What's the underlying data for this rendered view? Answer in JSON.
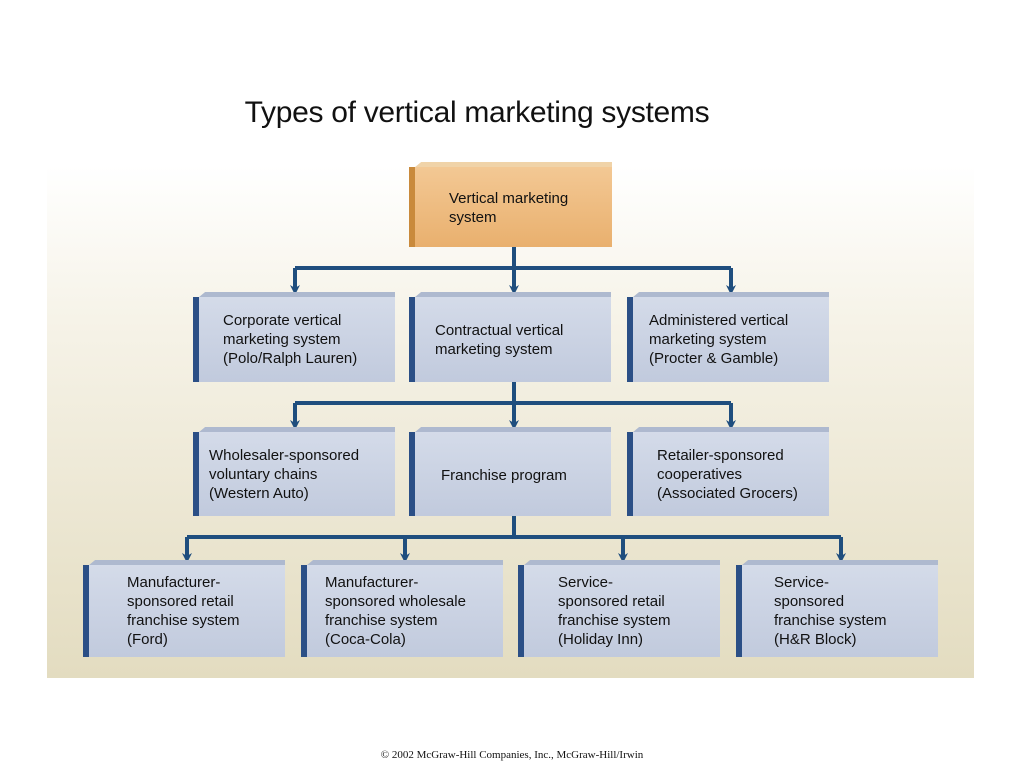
{
  "title": "Types of vertical marketing systems",
  "root": {
    "label": "Vertical marketing\nsystem"
  },
  "level1": [
    {
      "label": "Corporate vertical\nmarketing system\n(Polo/Ralph Lauren)"
    },
    {
      "label": "Contractual vertical\nmarketing system"
    },
    {
      "label": "Administered vertical\nmarketing system\n(Procter & Gamble)"
    }
  ],
  "level2": [
    {
      "label": "Wholesaler-sponsored\nvoluntary chains\n(Western Auto)"
    },
    {
      "label": "Franchise program"
    },
    {
      "label": "Retailer-sponsored\ncooperatives\n(Associated Grocers)"
    }
  ],
  "level3": [
    {
      "label": "Manufacturer-\nsponsored retail\nfranchise system\n(Ford)"
    },
    {
      "label": "Manufacturer-\nsponsored wholesale\nfranchise system\n(Coca-Cola)"
    },
    {
      "label": "Service-\nsponsored retail\nfranchise system\n(Holiday Inn)"
    },
    {
      "label": "Service-\nsponsored\nfranchise system\n(H&R Block)"
    }
  ],
  "footer": "© 2002 McGraw-Hill Companies, Inc., McGraw-Hill/Irwin",
  "colors": {
    "connector": "#1f4e7e",
    "box_fill": "#c9d1e2",
    "box_edge": "#2b4f86",
    "root_fill": "#edb97c"
  }
}
